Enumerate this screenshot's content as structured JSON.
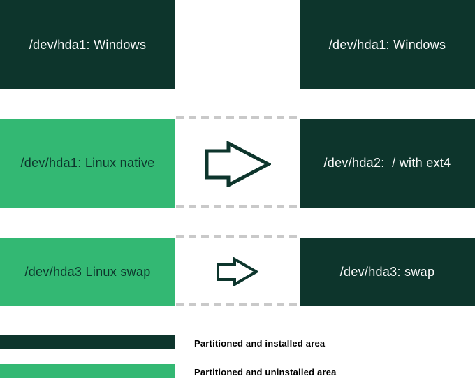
{
  "colors": {
    "dark": "#0d352c",
    "light": "#33b873",
    "dashed": "#c9c9c9",
    "legend_text": "#000000"
  },
  "rows": [
    {
      "left": {
        "label": "/dev/hda1: Windows",
        "state": "installed"
      },
      "right": {
        "label": "/dev/hda1: Windows",
        "state": "installed"
      },
      "arrow": "none"
    },
    {
      "left": {
        "label": "/dev/hda1: Linux native",
        "state": "uninstalled"
      },
      "right": {
        "label": "/dev/hda2:  / with ext4",
        "state": "installed"
      },
      "arrow": "right-arrow"
    },
    {
      "left": {
        "label": "/dev/hda3 Linux swap",
        "state": "uninstalled"
      },
      "right": {
        "label": "/dev/hda3: swap",
        "state": "installed"
      },
      "arrow": "right-arrow"
    }
  ],
  "legend": {
    "items": [
      {
        "label": "Partitioned and installed area",
        "swatch": "dark"
      },
      {
        "label": "Partitioned and uninstalled area",
        "swatch": "light"
      }
    ]
  }
}
